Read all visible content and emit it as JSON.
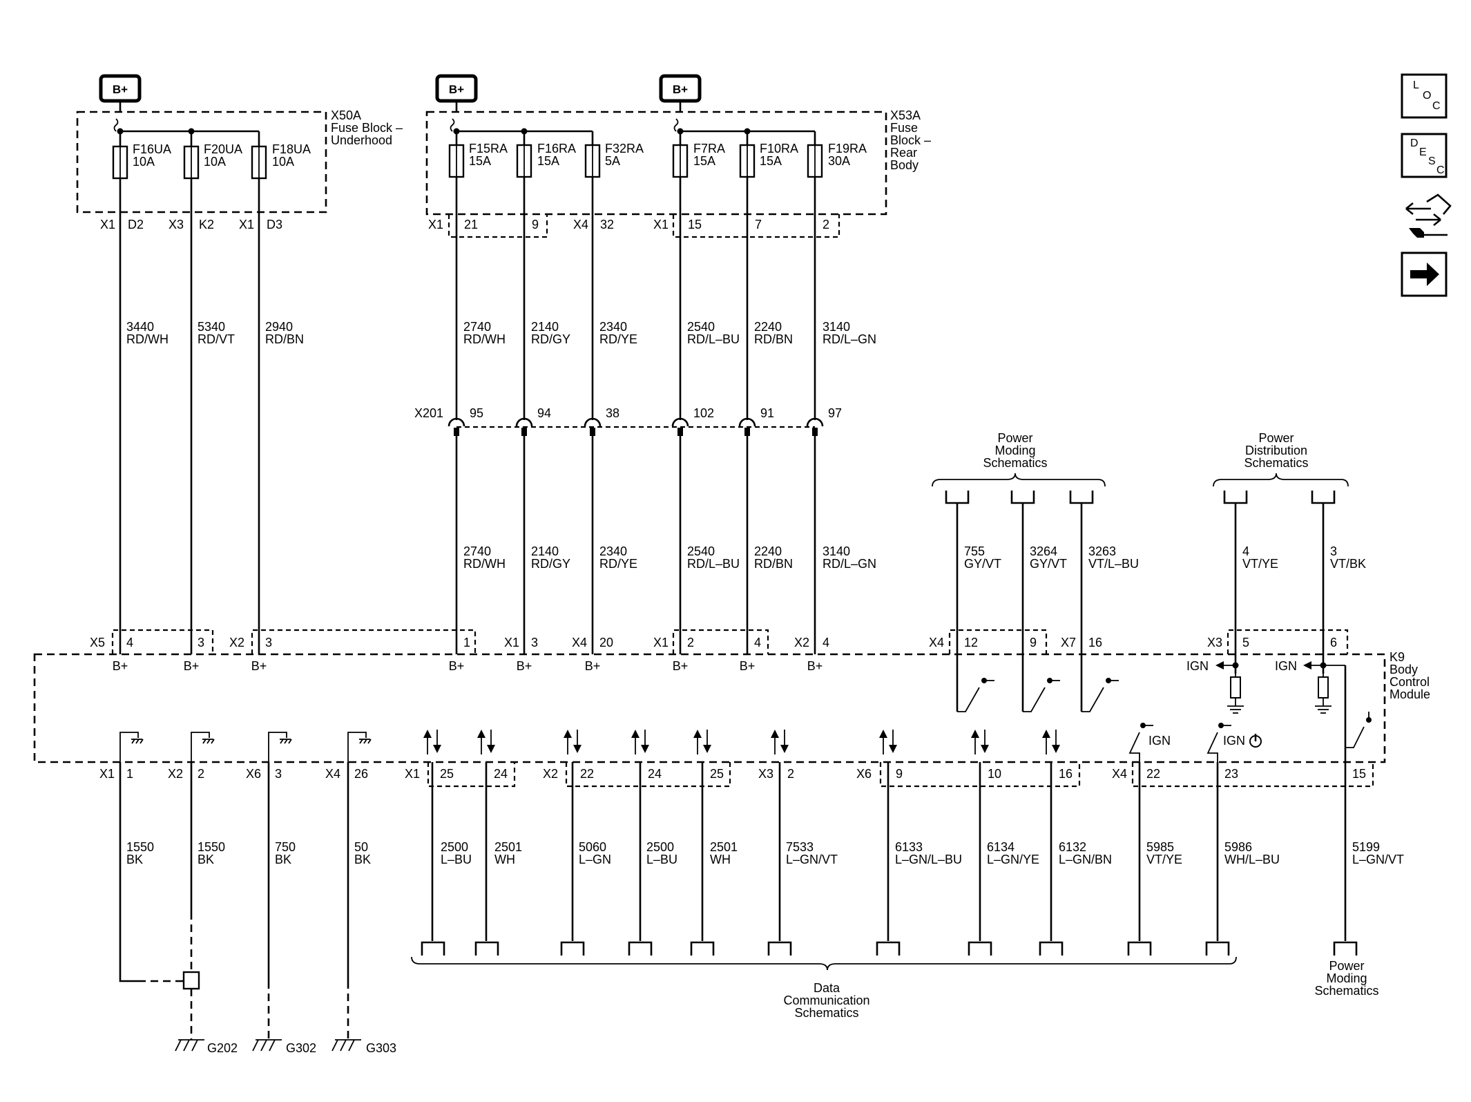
{
  "battery_label": "B+",
  "fuse_block_underhood": {
    "label_lines": [
      "X50A",
      "Fuse Block –",
      "Underhood"
    ],
    "fuses": [
      {
        "name": "F16UA",
        "rating": "10A",
        "connector": "X1",
        "pin": "D2"
      },
      {
        "name": "F20UA",
        "rating": "10A",
        "connector": "X3",
        "pin": "K2"
      },
      {
        "name": "F18UA",
        "rating": "10A",
        "connector": "X1",
        "pin": "D3"
      }
    ]
  },
  "fuse_block_rear": {
    "label_lines": [
      "X53A",
      "Fuse",
      "Block –",
      "Rear",
      "Body"
    ],
    "fuses": [
      {
        "name": "F15RA",
        "rating": "15A"
      },
      {
        "name": "F16RA",
        "rating": "15A"
      },
      {
        "name": "F32RA",
        "rating": "5A"
      },
      {
        "name": "F7RA",
        "rating": "15A"
      },
      {
        "name": "F10RA",
        "rating": "15A"
      },
      {
        "name": "F19RA",
        "rating": "30A"
      }
    ],
    "connector_labels": [
      {
        "connector": "X1",
        "pins": [
          "21",
          "9"
        ]
      },
      {
        "connector": "X4",
        "pins": [
          "32"
        ]
      },
      {
        "connector": "X1",
        "pins": [
          "15",
          "7",
          "2"
        ]
      }
    ]
  },
  "upper_wires": [
    {
      "circuit": "3440",
      "color": "RD/WH"
    },
    {
      "circuit": "5340",
      "color": "RD/VT"
    },
    {
      "circuit": "2940",
      "color": "RD/BN"
    },
    {
      "circuit": "2740",
      "color": "RD/WH"
    },
    {
      "circuit": "2140",
      "color": "RD/GY"
    },
    {
      "circuit": "2340",
      "color": "RD/YE"
    },
    {
      "circuit": "2540",
      "color": "RD/L–BU"
    },
    {
      "circuit": "2240",
      "color": "RD/BN"
    },
    {
      "circuit": "3140",
      "color": "RD/L–GN"
    }
  ],
  "inline_connector": {
    "name": "X201",
    "pins": [
      "95",
      "94",
      "38",
      "102",
      "91",
      "97"
    ]
  },
  "power_moding_top": {
    "label_lines": [
      "Power",
      "Moding",
      "Schematics"
    ]
  },
  "power_distribution_top": {
    "label_lines": [
      "Power",
      "Distribution",
      "Schematics"
    ]
  },
  "mid_wires": [
    {
      "circuit": "2740",
      "color": "RD/WH"
    },
    {
      "circuit": "2140",
      "color": "RD/GY"
    },
    {
      "circuit": "2340",
      "color": "RD/YE"
    },
    {
      "circuit": "2540",
      "color": "RD/L–BU"
    },
    {
      "circuit": "2240",
      "color": "RD/BN"
    },
    {
      "circuit": "3140",
      "color": "RD/L–GN"
    },
    {
      "circuit": "755",
      "color": "GY/VT"
    },
    {
      "circuit": "3264",
      "color": "GY/VT"
    },
    {
      "circuit": "3263",
      "color": "VT/L–BU"
    },
    {
      "circuit": "4",
      "color": "VT/YE"
    },
    {
      "circuit": "3",
      "color": "VT/BK"
    }
  ],
  "bcm": {
    "label_lines": [
      "K9",
      "Body",
      "Control",
      "Module"
    ],
    "top_connectors": [
      {
        "connector": "X5",
        "pins": [
          "4",
          "3"
        ]
      },
      {
        "connector": "X2",
        "pins": [
          "3",
          "1"
        ]
      },
      {
        "connector": "X1",
        "pins": [
          "3"
        ]
      },
      {
        "connector": "X4",
        "pins": [
          "20"
        ]
      },
      {
        "connector": "X1",
        "pins": [
          "2",
          "4"
        ]
      },
      {
        "connector": "X2",
        "pins": [
          "4"
        ]
      },
      {
        "connector": "X4",
        "pins": [
          "12",
          "9"
        ]
      },
      {
        "connector": "X7",
        "pins": [
          "16"
        ]
      },
      {
        "connector": "X3",
        "pins": [
          "5",
          "6"
        ]
      }
    ],
    "bplus_label": "B+",
    "ign_label": "IGN",
    "ign_label_2": "IGN",
    "ign_label_3": "IGN",
    "ign_label_4": "IGN",
    "bottom_connectors": [
      {
        "connector": "X1",
        "pins": [
          "1"
        ]
      },
      {
        "connector": "X2",
        "pins": [
          "2"
        ]
      },
      {
        "connector": "X6",
        "pins": [
          "3"
        ]
      },
      {
        "connector": "X4",
        "pins": [
          "26"
        ]
      },
      {
        "connector": "X1",
        "pins": [
          "25",
          "24"
        ]
      },
      {
        "connector": "X2",
        "pins": [
          "22",
          "24",
          "25"
        ]
      },
      {
        "connector": "X3",
        "pins": [
          "2"
        ]
      },
      {
        "connector": "X6",
        "pins": [
          "9",
          "10",
          "16"
        ]
      },
      {
        "connector": "X4",
        "pins": [
          "22",
          "23",
          "15"
        ]
      }
    ]
  },
  "lower_wires": [
    {
      "circuit": "1550",
      "color": "BK"
    },
    {
      "circuit": "1550",
      "color": "BK"
    },
    {
      "circuit": "750",
      "color": "BK"
    },
    {
      "circuit": "50",
      "color": "BK"
    },
    {
      "circuit": "2500",
      "color": "L–BU"
    },
    {
      "circuit": "2501",
      "color": "WH"
    },
    {
      "circuit": "5060",
      "color": "L–GN"
    },
    {
      "circuit": "2500",
      "color": "L–BU"
    },
    {
      "circuit": "2501",
      "color": "WH"
    },
    {
      "circuit": "7533",
      "color": "L–GN/VT"
    },
    {
      "circuit": "6133",
      "color": "L–GN/L–BU"
    },
    {
      "circuit": "6134",
      "color": "L–GN/YE"
    },
    {
      "circuit": "6132",
      "color": "L–GN/BN"
    },
    {
      "circuit": "5985",
      "color": "VT/YE"
    },
    {
      "circuit": "5986",
      "color": "WH/L–BU"
    },
    {
      "circuit": "5199",
      "color": "L–GN/VT"
    }
  ],
  "grounds": [
    "G202",
    "G302",
    "G303"
  ],
  "data_comm": {
    "label_lines": [
      "Data",
      "Communication",
      "Schematics"
    ]
  },
  "power_moding_bottom": {
    "label_lines": [
      "Power",
      "Moding",
      "Schematics"
    ]
  },
  "nav_icons": {
    "loc": {
      "letters": [
        "L",
        "O",
        "C"
      ]
    },
    "desc": {
      "letters": [
        "D",
        "E",
        "S",
        "C"
      ]
    }
  }
}
